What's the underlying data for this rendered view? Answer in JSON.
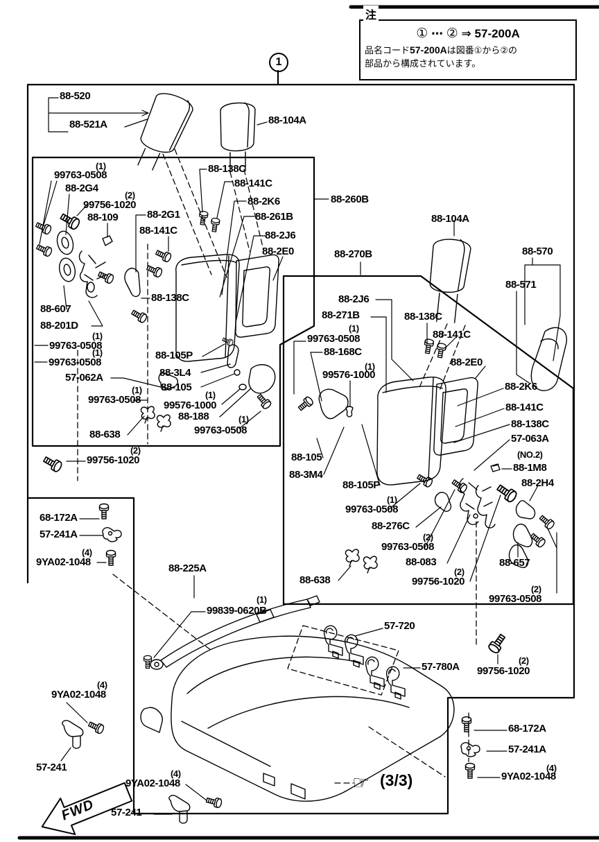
{
  "page": {
    "figure_circle": "1",
    "page_ref": "(3/3)",
    "fwd": "FWD",
    "hand": "☞"
  },
  "note": {
    "tag": "注",
    "formula_c1": "①",
    "formula_dots": "⋯",
    "formula_c2": "②",
    "formula_arrow": "⇒",
    "formula_code": "57-200A",
    "body_pre": "品名コード",
    "body_code": "57-200A",
    "body_mid": "は図番①から②の",
    "body_line2": "部品から構成されています。"
  },
  "parts": {
    "p88_520": "88-520",
    "p88_521A": "88-521A",
    "p88_104A": "88-104A",
    "p99763_0508": "99763-0508",
    "p88_2G4": "88-2G4",
    "p99756_1020": "99756-1020",
    "p88_109": "88-109",
    "p88_2G1": "88-2G1",
    "p88_141C": "88-141C",
    "p88_138C": "88-138C",
    "p88_2K6": "88-2K6",
    "p88_260B": "88-260B",
    "p88_261B": "88-261B",
    "p88_2J6": "88-2J6",
    "p88_2E0": "88-2E0",
    "p88_607": "88-607",
    "p88_201D": "88-201D",
    "p57_062A": "57-062A",
    "p88_105P": "88-105P",
    "p88_3L4": "88-3L4",
    "p88_105": "88-105",
    "p99576_1000": "99576-1000",
    "p88_188": "88-188",
    "p88_638": "88-638",
    "p88_270B": "88-270B",
    "p88_570": "88-570",
    "p88_571": "88-571",
    "p88_271B": "88-271B",
    "p88_168C": "88-168C",
    "p57_063A": "57-063A",
    "p88_1M8": "88-1M8",
    "p88_2H4": "88-2H4",
    "p88_3M4": "88-3M4",
    "p88_276C": "88-276C",
    "p88_083": "88-083",
    "p88_657": "88-657",
    "p68_172A": "68-172A",
    "p57_241A": "57-241A",
    "p9YA02_1048": "9YA02-1048",
    "p88_225A": "88-225A",
    "p99839_0620B": "99839-0620B",
    "p57_720": "57-720",
    "p57_780A": "57-780A",
    "p57_241": "57-241"
  },
  "qty": {
    "q1": "(1)",
    "q2": "(2)",
    "q4": "(4)",
    "no2": "(NO.2)"
  }
}
